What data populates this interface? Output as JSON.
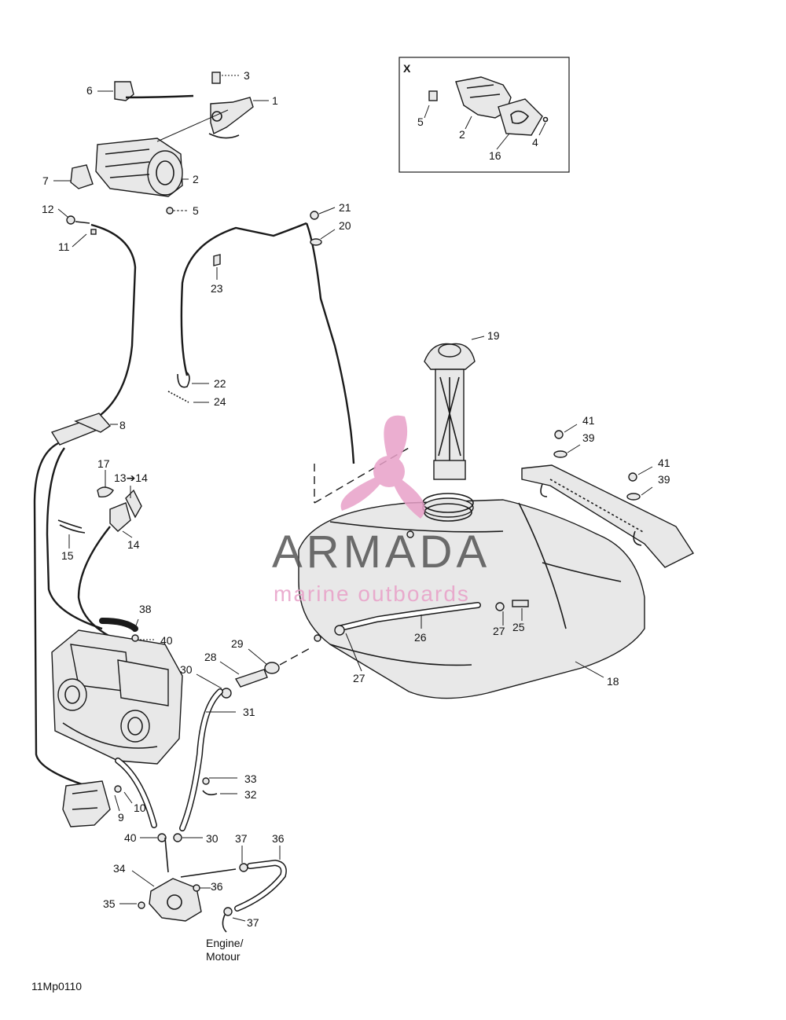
{
  "inset": {
    "letter": "X",
    "labels": [
      "5",
      "2",
      "16",
      "4"
    ]
  },
  "callouts": {
    "c1": "1",
    "c2": "2",
    "c3": "3",
    "c5": "5",
    "c6": "6",
    "c7": "7",
    "c8": "8",
    "c9": "9",
    "c10": "10",
    "c11": "11",
    "c12": "12",
    "c13_14": "13➔14",
    "c14": "14",
    "c15": "15",
    "c17": "17",
    "c18": "18",
    "c19": "19",
    "c20": "20",
    "c21": "21",
    "c22": "22",
    "c23": "23",
    "c24": "24",
    "c25": "25",
    "c26": "26",
    "c27a": "27",
    "c27b": "27",
    "c28": "28",
    "c29": "29",
    "c30a": "30",
    "c30b": "30",
    "c31": "31",
    "c32": "32",
    "c33": "33",
    "c34": "34",
    "c35": "35",
    "c36a": "36",
    "c36b": "36",
    "c37a": "37",
    "c37b": "37",
    "c38": "38",
    "c39a": "39",
    "c39b": "39",
    "c40a": "40",
    "c40b": "40",
    "c41a": "41",
    "c41b": "41"
  },
  "engine_label": {
    "line1": "Engine/",
    "line2": "Motour"
  },
  "figure_code": "11Mp0110",
  "watermark": {
    "brand": "ARMADA",
    "tagline": "marine outboards",
    "color_logo": "#e8a0c8",
    "color_text": "#555555"
  }
}
